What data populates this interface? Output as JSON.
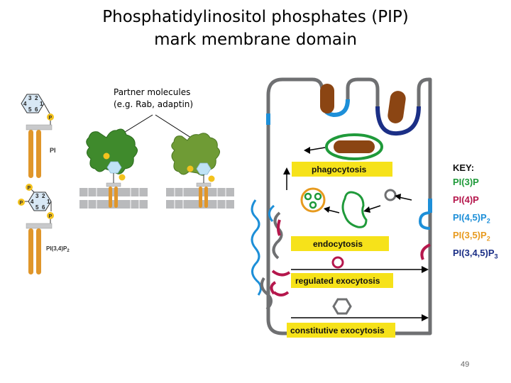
{
  "title": {
    "line1": "Phosphatidylinositol phosphates (PIP)",
    "line2": "mark membrane domain"
  },
  "partner_label": {
    "line1": "Partner molecules",
    "line2": "(e.g. Rab, adaptin)"
  },
  "left_panel": {
    "ring_top": {
      "n3": "3",
      "n2": "2",
      "n4": "4",
      "n1": "1",
      "n5": "5",
      "n6": "6"
    },
    "ring_bottom": {
      "n3": "3",
      "n2": "2",
      "n4": "4",
      "n1": "1",
      "n5": "5",
      "n6": "6"
    },
    "phosphate": "P",
    "label_pi": "PI",
    "label_pi34p2": "PI(3,4)P",
    "label_pi34p2_sub": "2"
  },
  "cell_labels": {
    "phagocytosis": "phagocytosis",
    "endocytosis": "endocytosis",
    "regulated": "regulated exocytosis",
    "constitutive": "constitutive exocytosis"
  },
  "key": {
    "title": "KEY:",
    "items": [
      {
        "label": "PI(3)P",
        "sub": "",
        "color": "#1f9a3a"
      },
      {
        "label": "PI(4)P",
        "sub": "",
        "color": "#b5174c"
      },
      {
        "label": "PI(4,5)P",
        "sub": "2",
        "color": "#1d8fd8"
      },
      {
        "label": "PI(3,5)P",
        "sub": "2",
        "color": "#e79a1e"
      },
      {
        "label": "PI(3,4,5)P",
        "sub": "3",
        "color": "#1b2f86"
      }
    ]
  },
  "colors": {
    "pi3p": "#1f9a3a",
    "pi4p": "#b5174c",
    "pi45p2": "#1d8fd8",
    "pi35p2": "#e79a1e",
    "pi345p3": "#1b2f86",
    "membrane": "#6f7072",
    "label_box": "#f6e21a",
    "partner": "#3f8a2c",
    "lipid_tail": "#e0962a"
  },
  "slide_number": "49"
}
